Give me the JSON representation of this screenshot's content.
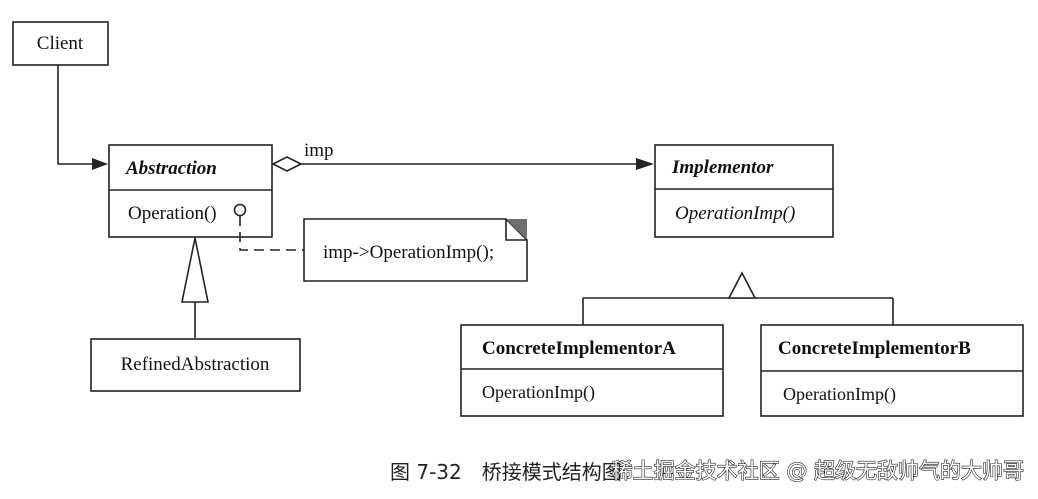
{
  "diagram": {
    "client": {
      "label": "Client"
    },
    "abstraction": {
      "name": "Abstraction",
      "method": "Operation()"
    },
    "refined": {
      "name": "RefinedAbstraction"
    },
    "implementor": {
      "name": "Implementor",
      "method": "OperationImp()"
    },
    "concrete_a": {
      "name": "ConcreteImplementorA",
      "method": "OperationImp()"
    },
    "concrete_b": {
      "name": "ConcreteImplementorB",
      "method": "OperationImp()"
    },
    "association_label": "imp",
    "note_text": "imp->OperationImp();"
  },
  "caption": "图 7-32　桥接模式结构图",
  "watermark": "稀土掘金技术社区 @ 超级无敌帅气的大帅哥"
}
